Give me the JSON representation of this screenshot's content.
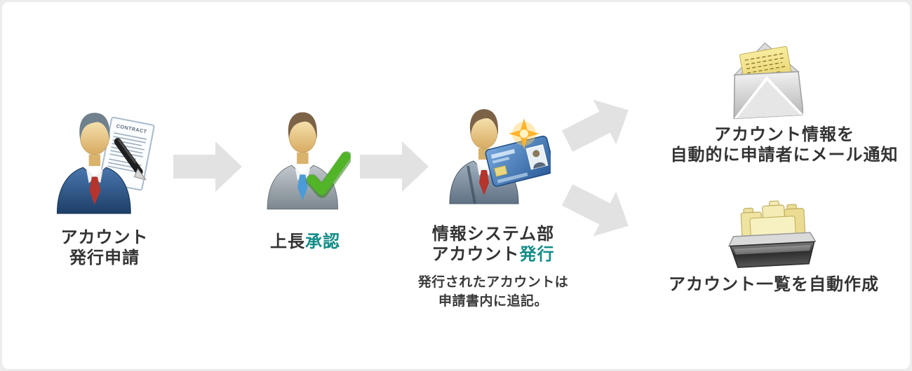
{
  "diagram": {
    "colors": {
      "accent_teal": "#128c87",
      "text_dark": "#333333",
      "arrow_gray": "#e2e2e2"
    },
    "steps": {
      "apply": {
        "icon": "person-writing-document-icon",
        "contract_title": "CONTRACT",
        "line1": "アカウント",
        "line2": "発行申請"
      },
      "approve": {
        "icon": "person-check-icon",
        "prefix": "上長",
        "accent": "承認"
      },
      "issue": {
        "icon": "person-idcard-icon",
        "line1": "情報システム部",
        "line2_prefix": "アカウント",
        "line2_accent": "発行",
        "note_line1": "発行されたアカウントは",
        "note_line2": "申請書内に追記。"
      }
    },
    "outputs": {
      "mail": {
        "icon": "open-mail-icon",
        "line1": "アカウント情報を",
        "line2": "自動的に申請者にメール通知"
      },
      "list": {
        "icon": "folder-tray-icon",
        "line1": "アカウント一覧を自動作成"
      }
    }
  }
}
